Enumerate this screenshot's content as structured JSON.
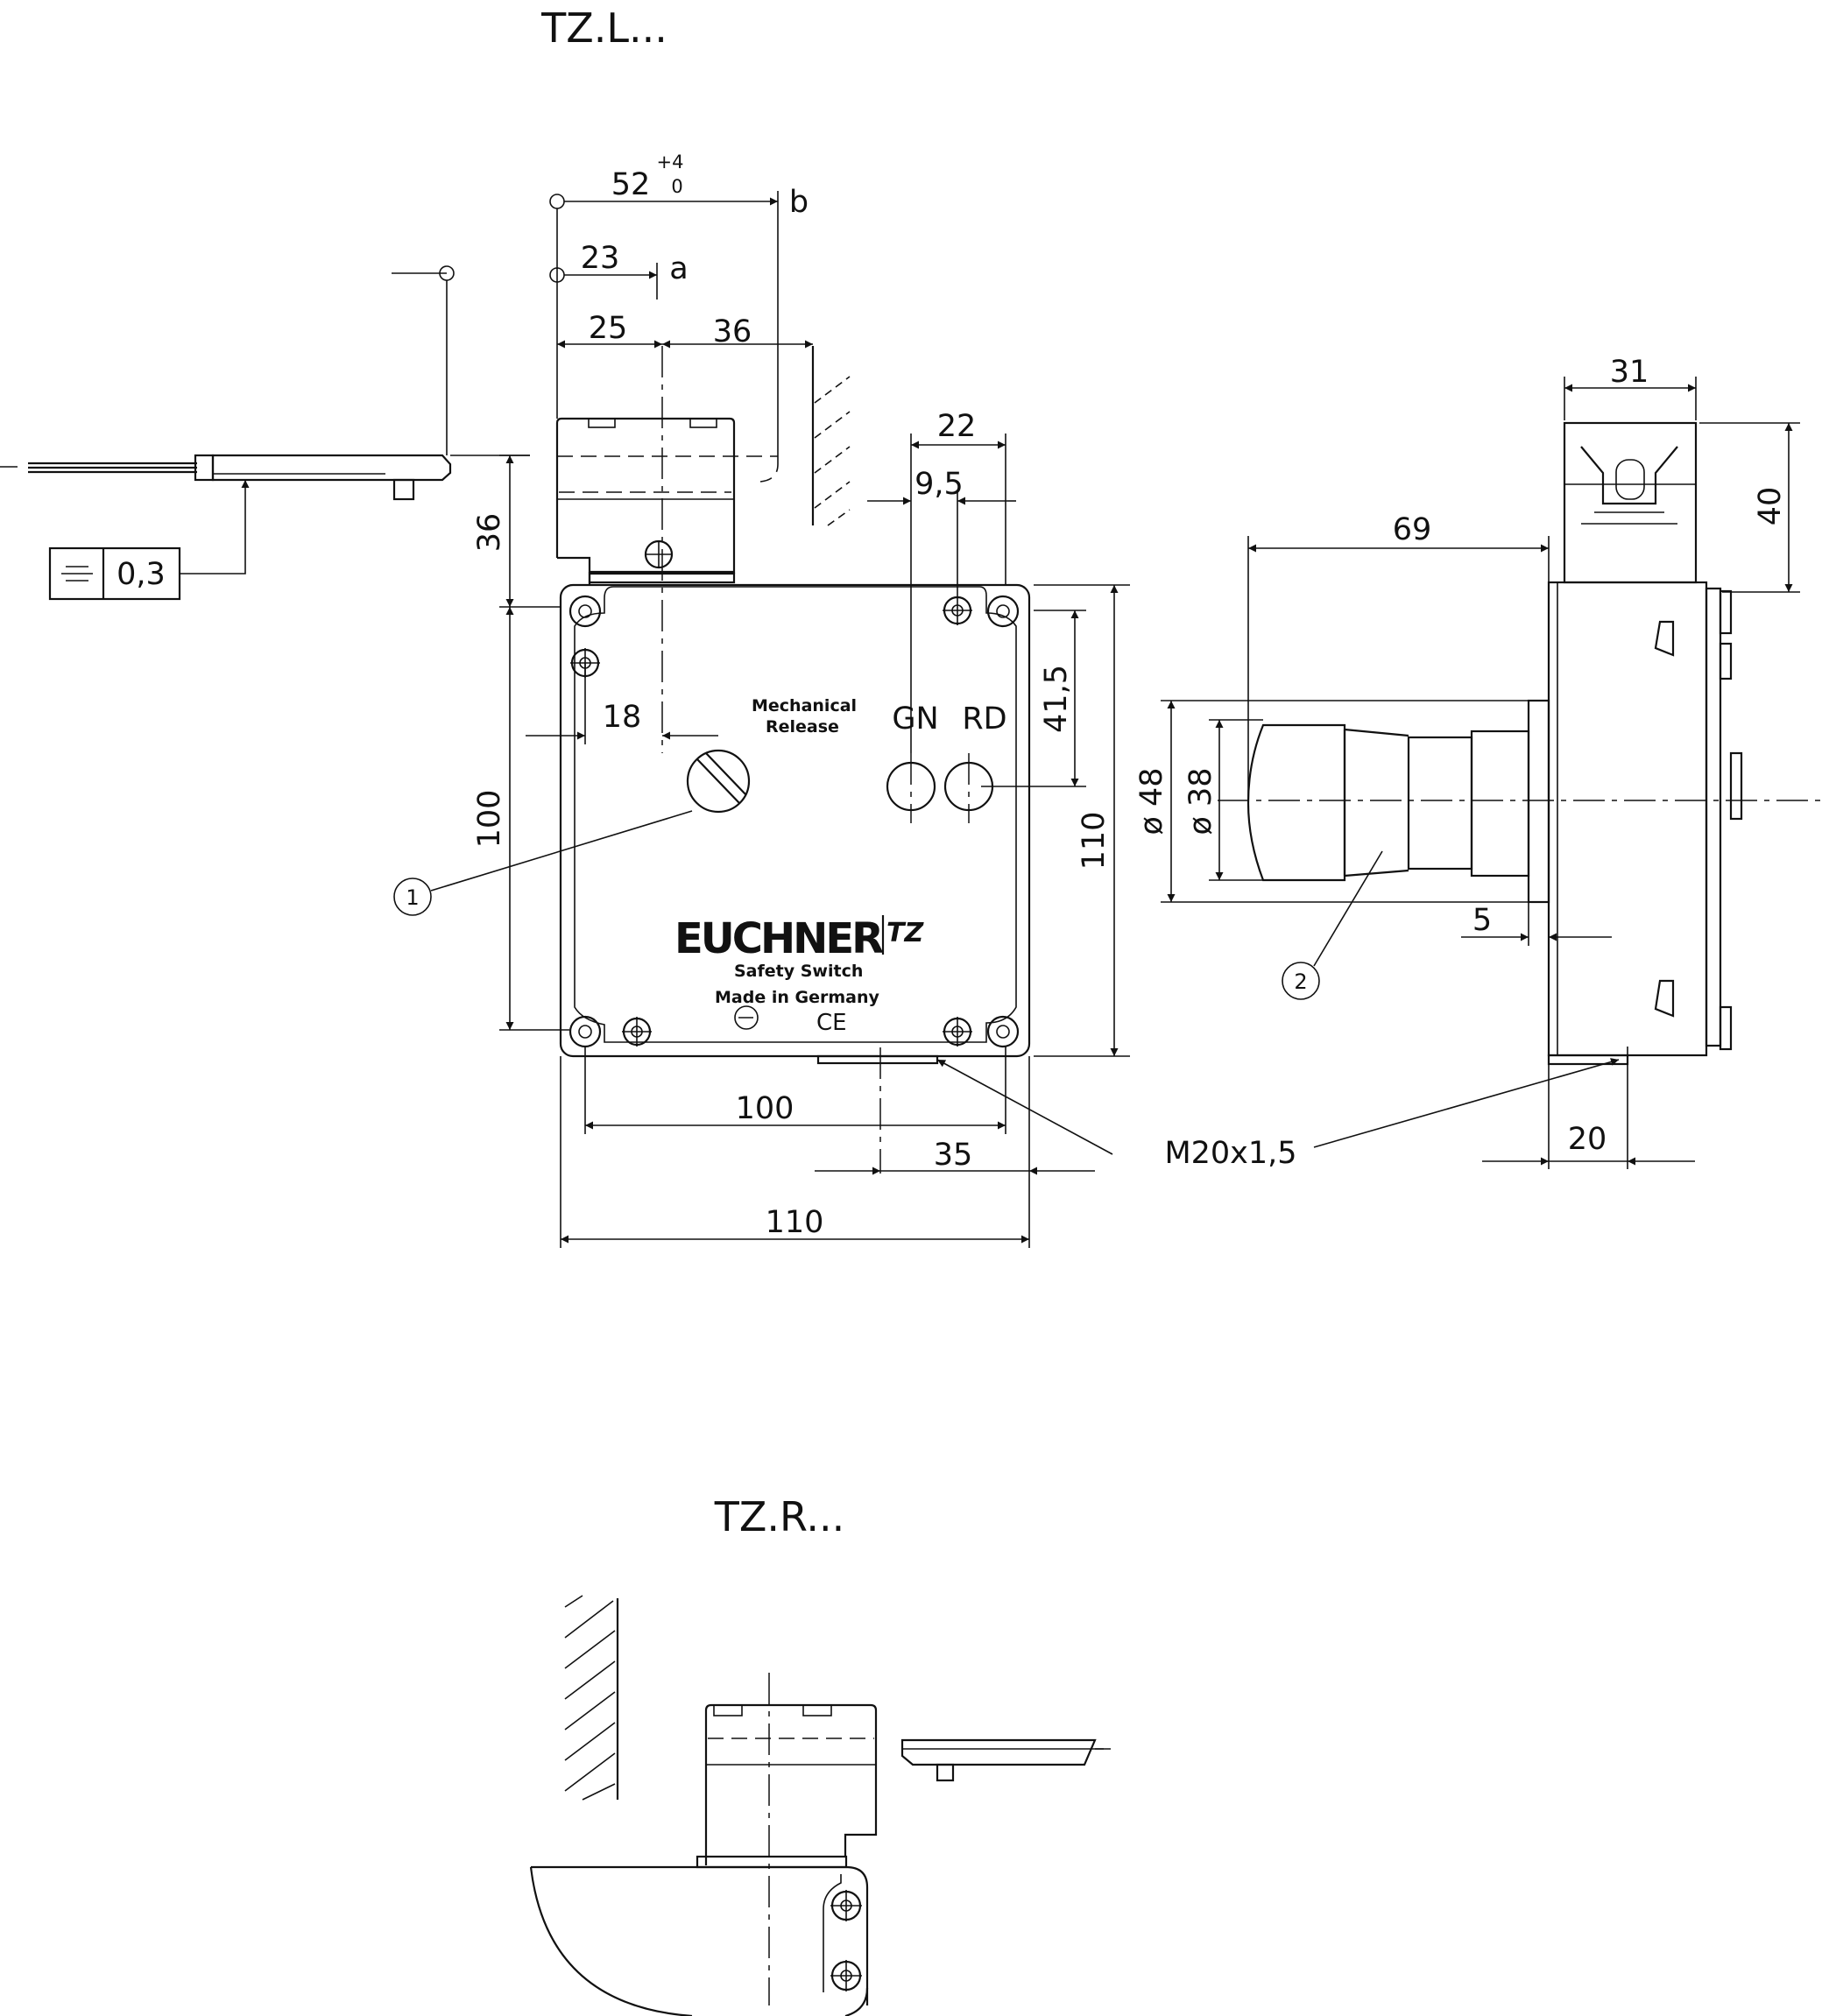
{
  "titles": {
    "top": "TZ.L...",
    "bottom": "TZ.R..."
  },
  "dimensions": {
    "d52": "52",
    "d52_tol_upper": "+4",
    "d52_tol_lower": "0",
    "ref_b": "b",
    "d23": "23",
    "ref_a": "a",
    "d25": "25",
    "d36_top": "36",
    "d22": "22",
    "d9_5": "9,5",
    "d36_left": "36",
    "d18": "18",
    "d41_5": "41,5",
    "d100_vert": "100",
    "d110_vert": "110",
    "d100_horiz": "100",
    "d35": "35",
    "d110_horiz": "110",
    "d31": "31",
    "d40": "40",
    "d69": "69",
    "dia48": "ø 48",
    "dia38": "ø 38",
    "d5": "5",
    "d20": "20"
  },
  "thread": "M20x1,5",
  "tolerance_frame": {
    "value": "0,3"
  },
  "callouts": [
    "1",
    "2"
  ],
  "device": {
    "brand": "EUCHNER",
    "series": "TZ",
    "subtitle": "Safety Switch",
    "origin": "Made in Germany",
    "ce": "CE",
    "release_label": "Mechanical",
    "release_label2": "Release",
    "led_green": "GN",
    "led_red": "RD"
  }
}
